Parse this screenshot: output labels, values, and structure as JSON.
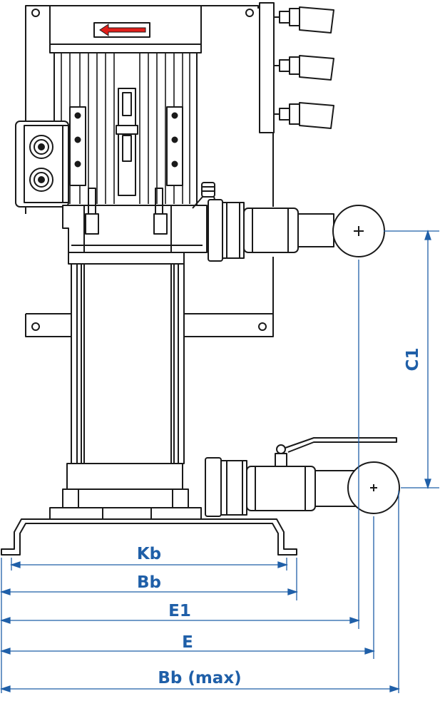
{
  "colors": {
    "line": "#1a1a1a",
    "dimension": "#1f5fa8",
    "arrow_fill": "#e0201b",
    "background": "#ffffff"
  },
  "icons": [
    "direction-arrow-icon",
    "terminal-gland-icon",
    "pressure-gauge-icon",
    "pressure-switch-icon",
    "ball-valve-icon"
  ],
  "dimensions": {
    "kb": "Kb",
    "bb": "Bb",
    "e1": "E1",
    "e": "E",
    "bb_max": "Bb (max)",
    "c1": "C1"
  }
}
